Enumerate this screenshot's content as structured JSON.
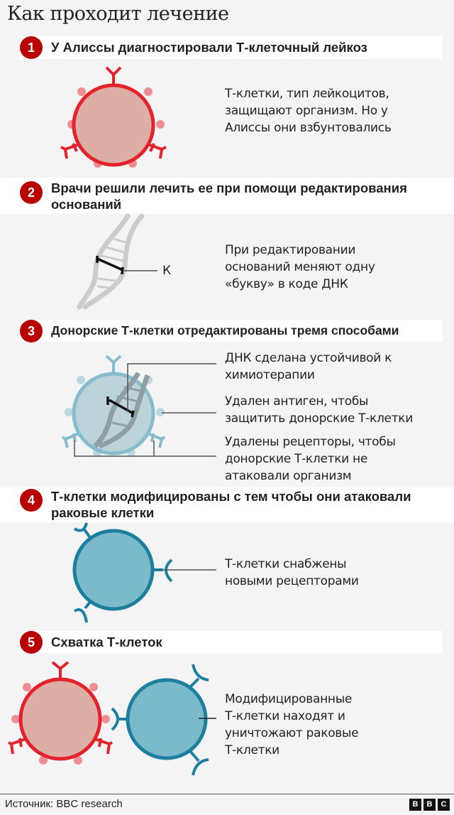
{
  "title": "Как проходит лечение",
  "colors": {
    "badge": "#b80000",
    "cancer_stroke": "#e3222b",
    "cancer_fill": "#ddaea5",
    "cancer_dots": "#ee8e93",
    "tcell_stroke": "#1d7f9e",
    "tcell_fill": "#7bbacb",
    "donor_stroke": "#86bccd",
    "donor_fill": "#bcd3da",
    "dna": "#cccccc"
  },
  "steps": [
    {
      "number": "1",
      "heading": "У Алиссы диагностировали Т-клеточный лейкоз",
      "description": [
        "Т-клетки, тип лейкоцитов,",
        "защищают организм. Но у",
        "Алиссы они взбунтовались"
      ]
    },
    {
      "number": "2",
      "heading_lines": [
        "Врачи решили лечить ее при помощи редактирования",
        "оснований"
      ],
      "dna_label": "К",
      "description": [
        "При редактировании",
        "оснований меняют одну",
        "«букву» в коде ДНК"
      ]
    },
    {
      "number": "3",
      "heading": "Донорские Т-клетки отредактированы тремя способами",
      "callouts": [
        {
          "lines": [
            "ДНК сделана устойчивой к",
            "химиотерапии"
          ]
        },
        {
          "lines": [
            "Удален антиген, чтобы",
            "защитить донорские Т-клетки"
          ]
        },
        {
          "lines": [
            "Удалены рецепторы, чтобы",
            "донорские Т-клетки не",
            "атаковали организм"
          ]
        }
      ]
    },
    {
      "number": "4",
      "heading_lines": [
        "Т-клетки модифицированы с тем чтобы они атаковали",
        "раковые клетки"
      ],
      "description": [
        "Т-клетки снабжены",
        "новыми рецепторами"
      ]
    },
    {
      "number": "5",
      "heading": "Схватка Т-клеток",
      "description": [
        "Модифицированные",
        "Т-клетки находят и",
        "уничтожают раковые",
        "Т-клетки"
      ]
    }
  ],
  "footer": {
    "source": "Источник: BBC research",
    "logo": [
      "B",
      "B",
      "C"
    ]
  }
}
